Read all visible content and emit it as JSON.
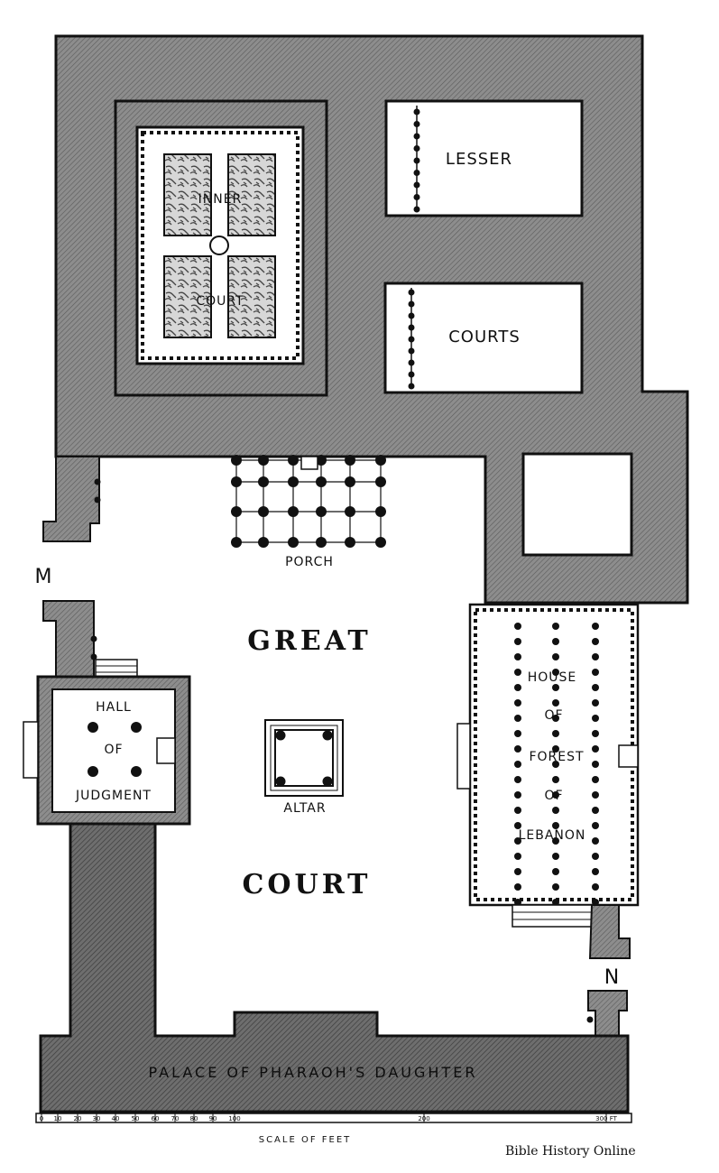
{
  "labels": {
    "lesser": "LESSER",
    "courts": "COURTS",
    "inner": "INNER",
    "inner_court": "COURT",
    "porch": "PORCH",
    "great": "GREAT",
    "court": "COURT",
    "hall": "HALL",
    "of": "OF",
    "judgment": "JUDGMENT",
    "altar": "ALTAR",
    "house": "HOUSE",
    "house_of1": "OF",
    "forest": "FOREST",
    "house_of2": "OF",
    "lebanon": "LEBANON",
    "palace": "PALACE OF PHARAOH'S DAUGHTER",
    "marker_m": "M",
    "marker_n": "N"
  },
  "scale": {
    "caption": "SCALE OF FEET",
    "ticks": [
      "0",
      "10",
      "20",
      "30",
      "40",
      "50",
      "60",
      "70",
      "80",
      "90",
      "100",
      "200",
      "300 FT"
    ]
  },
  "credit": "Bible History Online",
  "colors": {
    "wall": "#8c8c8c",
    "dark_wall": "#6e6e6e",
    "ink": "#111111"
  }
}
